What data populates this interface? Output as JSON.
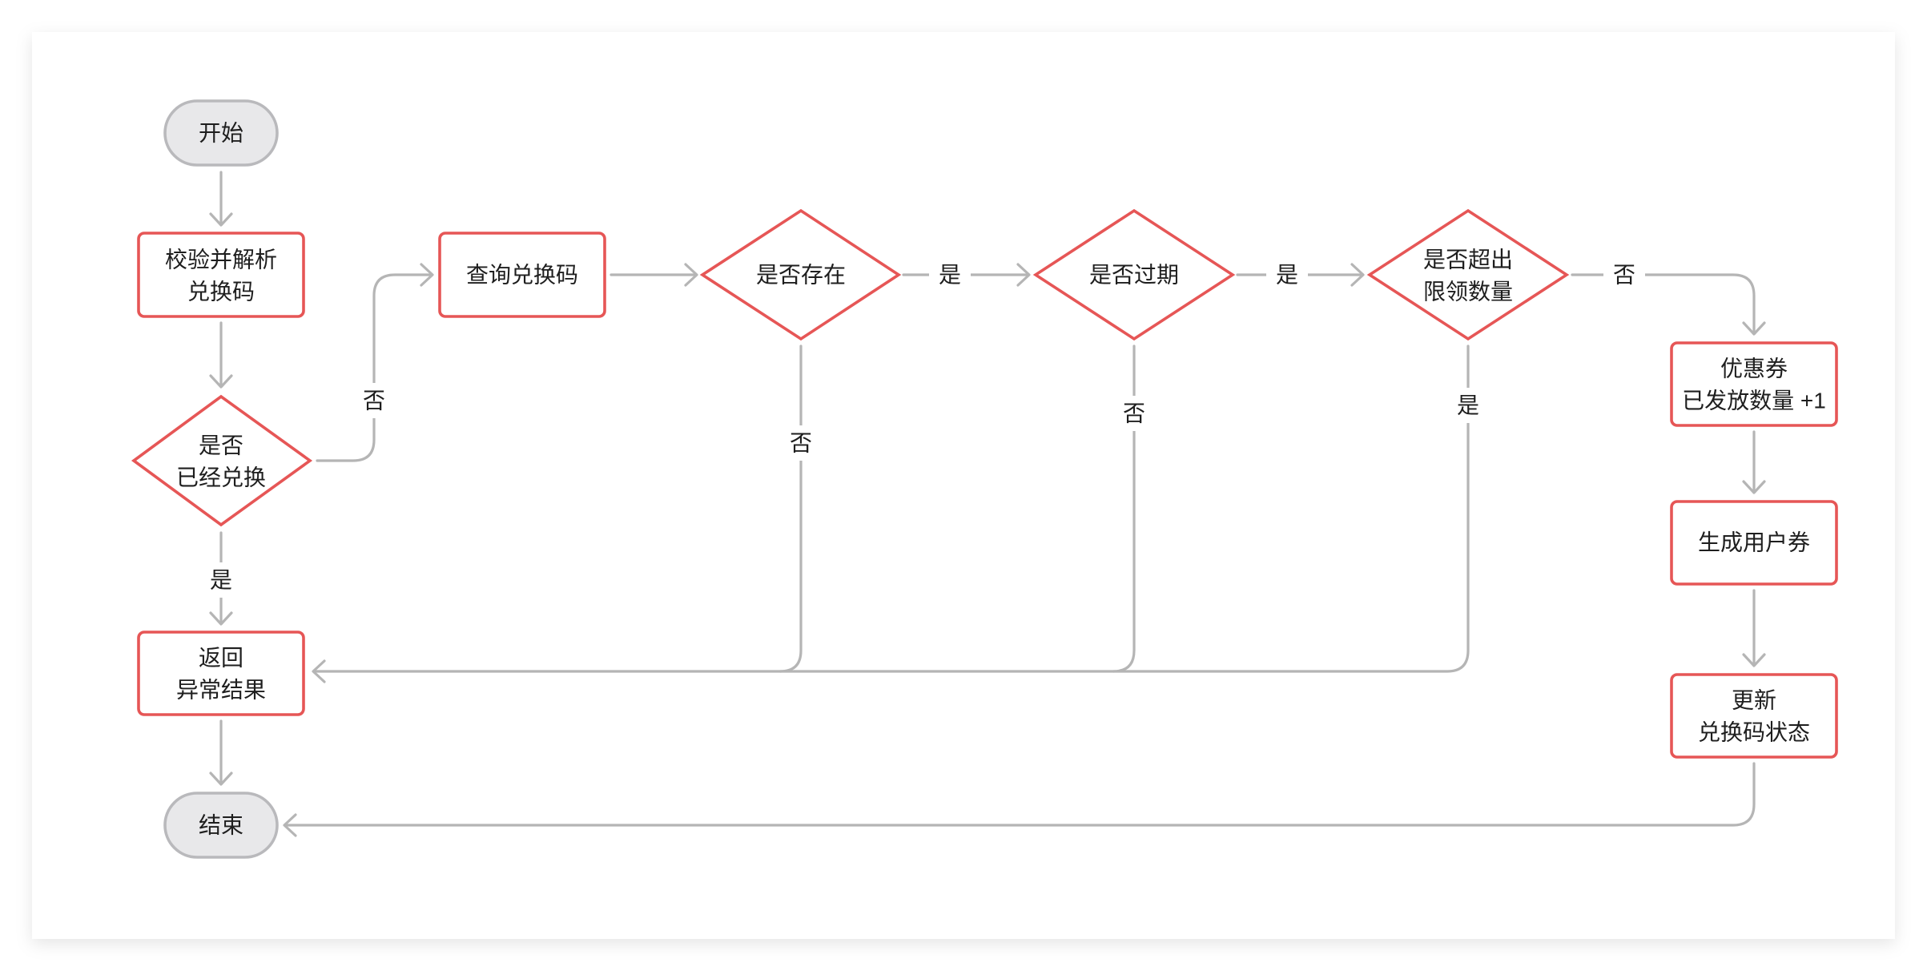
{
  "nodes": {
    "start": {
      "lines": [
        "开始"
      ]
    },
    "validate": {
      "lines": [
        "校验并解析",
        "兑换码"
      ]
    },
    "already_redeemed": {
      "lines": [
        "是否",
        "已经兑换"
      ]
    },
    "query": {
      "lines": [
        "查询兑换码"
      ]
    },
    "exists": {
      "lines": [
        "是否存在"
      ]
    },
    "expired": {
      "lines": [
        "是否过期"
      ]
    },
    "over_limit": {
      "lines": [
        "是否超出",
        "限领数量"
      ]
    },
    "coupon_count": {
      "lines": [
        "优惠券",
        "已发放数量 +1"
      ]
    },
    "gen_user_coupon": {
      "lines": [
        "生成用户券"
      ]
    },
    "update_status": {
      "lines": [
        "更新",
        "兑换码状态"
      ]
    },
    "return_error": {
      "lines": [
        "返回",
        "异常结果"
      ]
    },
    "end": {
      "lines": [
        "结束"
      ]
    }
  },
  "edges": [
    {
      "id": "start_to_validate",
      "from": "start",
      "to": "validate",
      "label": ""
    },
    {
      "id": "validate_to_redeemed",
      "from": "validate",
      "to": "already_redeemed",
      "label": ""
    },
    {
      "id": "redeemed_no",
      "from": "already_redeemed",
      "to": "query",
      "label": "否"
    },
    {
      "id": "redeemed_yes",
      "from": "already_redeemed",
      "to": "return_error",
      "label": "是"
    },
    {
      "id": "query_to_exists",
      "from": "query",
      "to": "exists",
      "label": ""
    },
    {
      "id": "exists_yes",
      "from": "exists",
      "to": "expired",
      "label": "是"
    },
    {
      "id": "exists_no",
      "from": "exists",
      "to": "return_error",
      "label": "否"
    },
    {
      "id": "expired_yes",
      "from": "expired",
      "to": "over_limit",
      "label": "是"
    },
    {
      "id": "expired_no",
      "from": "expired",
      "to": "return_error",
      "label": "否"
    },
    {
      "id": "limit_no",
      "from": "over_limit",
      "to": "coupon_count",
      "label": "否"
    },
    {
      "id": "limit_yes",
      "from": "over_limit",
      "to": "return_error",
      "label": "是"
    },
    {
      "id": "count_to_gen",
      "from": "coupon_count",
      "to": "gen_user_coupon",
      "label": ""
    },
    {
      "id": "gen_to_update",
      "from": "gen_user_coupon",
      "to": "update_status",
      "label": ""
    },
    {
      "id": "update_to_end",
      "from": "update_status",
      "to": "end",
      "label": ""
    },
    {
      "id": "error_to_end",
      "from": "return_error",
      "to": "end",
      "label": ""
    }
  ],
  "colors": {
    "process_stroke": "#e65656",
    "terminal_fill": "#e8e8ea",
    "terminal_stroke": "#b9b9bc",
    "edge": "#b5b5b5",
    "text": "#1e1e1e"
  }
}
